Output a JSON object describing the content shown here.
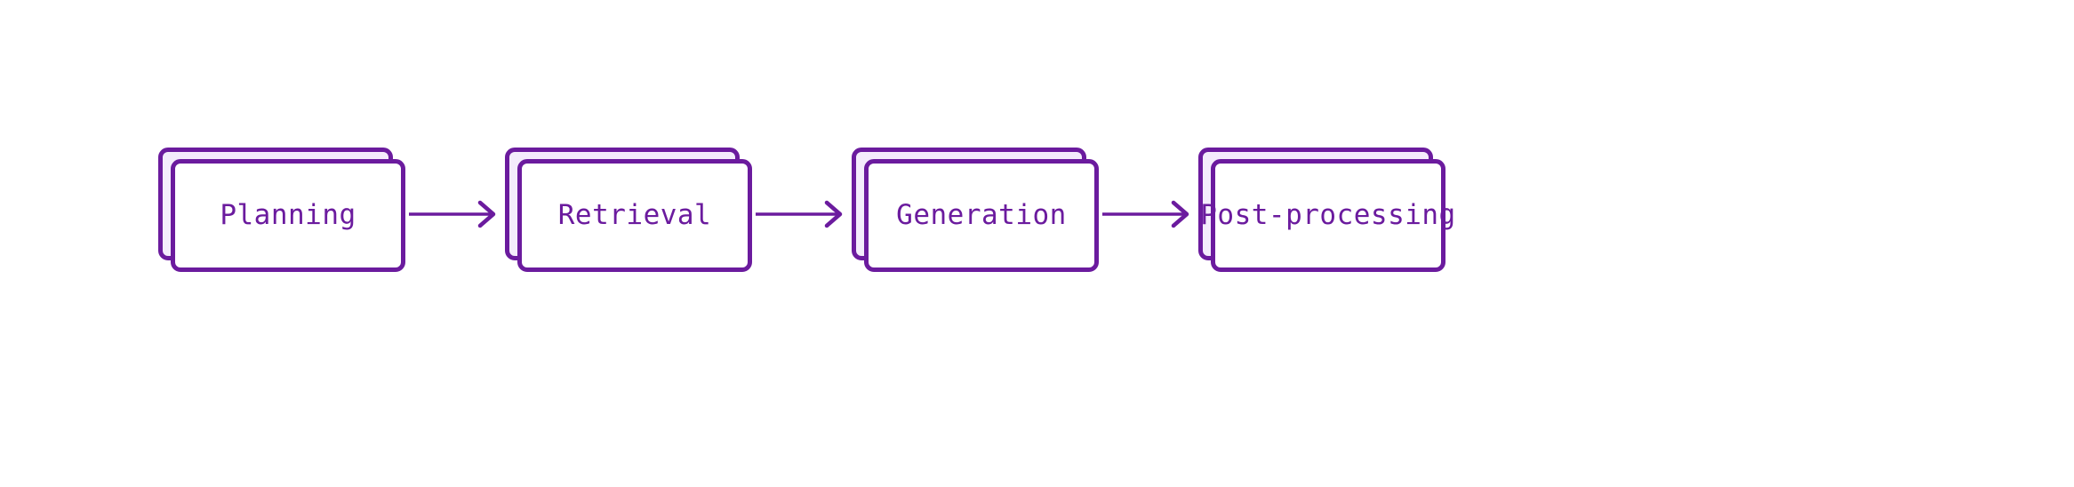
{
  "diagram": {
    "type": "pipeline-flow",
    "orientation": "horizontal",
    "background_color": "#FFFFFF",
    "accent_color": "#6B1B9E",
    "card_fill_front": "#FFFFFF",
    "card_fill_back": "#F4ECFC",
    "text_color": "#6B1B9E",
    "stage_count": 4,
    "arrow_count": 3,
    "stages": [
      {
        "id": "planning",
        "label": "Planning",
        "order": 1
      },
      {
        "id": "retrieval",
        "label": "Retrieval",
        "order": 2
      },
      {
        "id": "generation",
        "label": "Generation",
        "order": 3
      },
      {
        "id": "post-processing",
        "label": "Post-processing",
        "order": 4
      }
    ],
    "arrows": [
      {
        "id": "arrow-1",
        "from": "planning",
        "to": "retrieval",
        "style": "solid-open-head"
      },
      {
        "id": "arrow-2",
        "from": "retrieval",
        "to": "generation",
        "style": "solid-open-head"
      },
      {
        "id": "arrow-3",
        "from": "generation",
        "to": "post-processing",
        "style": "solid-open-head"
      }
    ]
  }
}
